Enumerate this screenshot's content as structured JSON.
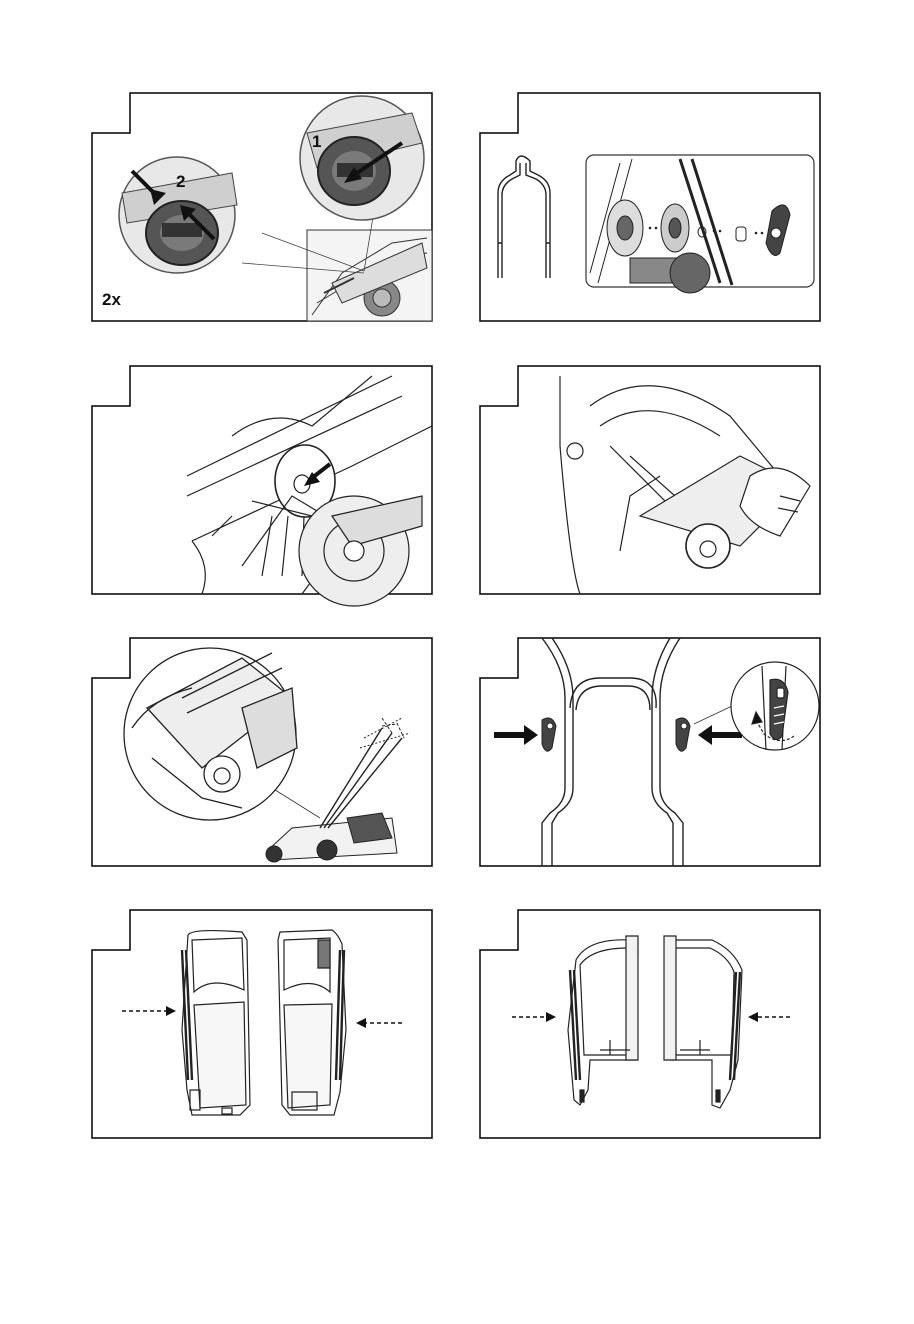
{
  "panels": [
    {
      "id": 1,
      "labels": {
        "step1": "1",
        "step2": "2",
        "count": "2x"
      }
    },
    {
      "id": 2
    },
    {
      "id": 3
    },
    {
      "id": 4
    },
    {
      "id": 5
    },
    {
      "id": 6
    },
    {
      "id": 7
    },
    {
      "id": 8
    }
  ]
}
